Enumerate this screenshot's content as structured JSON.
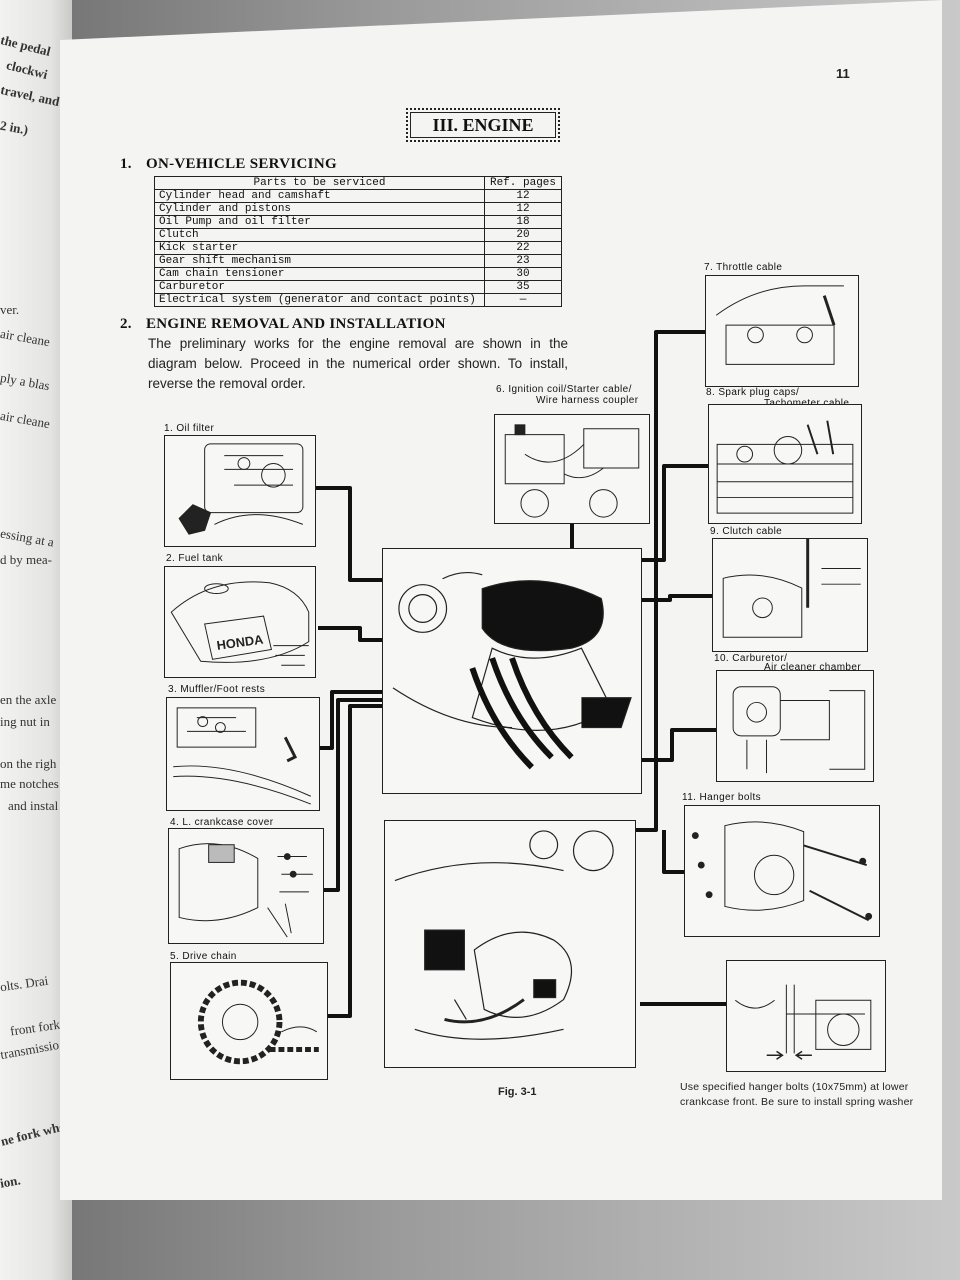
{
  "left_page": {
    "fragments": [
      "the pedal",
      "clockwi",
      "travel, and",
      "2 in.)",
      "ver.",
      "air cleane",
      "ply a blas",
      "air cleane",
      "essing at a",
      "d by mea-",
      "en the axle",
      "ing nut in",
      "on the righ",
      "me notches",
      "and instal",
      "olts. Drai",
      "front fork",
      "transmissio",
      "ne fork whe",
      "ion."
    ]
  },
  "page": {
    "number": "11",
    "chapter_title": "III. ENGINE",
    "section1": {
      "number": "1.",
      "title": "ON-VEHICLE SERVICING"
    },
    "table": {
      "headers": [
        "Parts to be serviced",
        "Ref. pages"
      ],
      "rows": [
        [
          "Cylinder head and camshaft",
          "12"
        ],
        [
          "Cylinder and pistons",
          "12"
        ],
        [
          "Oil Pump and oil filter",
          "18"
        ],
        [
          "Clutch",
          "20"
        ],
        [
          "Kick starter",
          "22"
        ],
        [
          "Gear shift mechanism",
          "23"
        ],
        [
          "Cam chain tensioner",
          "30"
        ],
        [
          "Carburetor",
          "35"
        ],
        [
          "Electrical system (generator and contact points)",
          "—"
        ]
      ]
    },
    "section2": {
      "number": "2.",
      "title": "ENGINE REMOVAL AND INSTALLATION"
    },
    "intro": "The preliminary works for the engine removal are shown in the diagram below. Proceed in the numerical order shown. To install, reverse the removal order.",
    "steps": {
      "s1": "1. Oil filter",
      "s2": "2. Fuel tank",
      "s3": "3. Muffler/Foot rests",
      "s4": "4. L. crankcase cover",
      "s5": "5. Drive chain",
      "s6a": "6. Ignition coil/Starter cable/",
      "s6b": "Wire harness coupler",
      "s7": "7. Throttle cable",
      "s8a": "8. Spark plug caps/",
      "s8b": "Tachometer cable",
      "s9": "9. Clutch cable",
      "s10a": "10. Carburetor/",
      "s10b": "Air cleaner chamber",
      "s11": "11. Hanger bolts"
    },
    "tank_label": "HONDA",
    "figure_label": "Fig. 3-1",
    "note": "Use specified hanger bolts (10x75mm) at lower crankcase front. Be sure to install spring washer"
  }
}
